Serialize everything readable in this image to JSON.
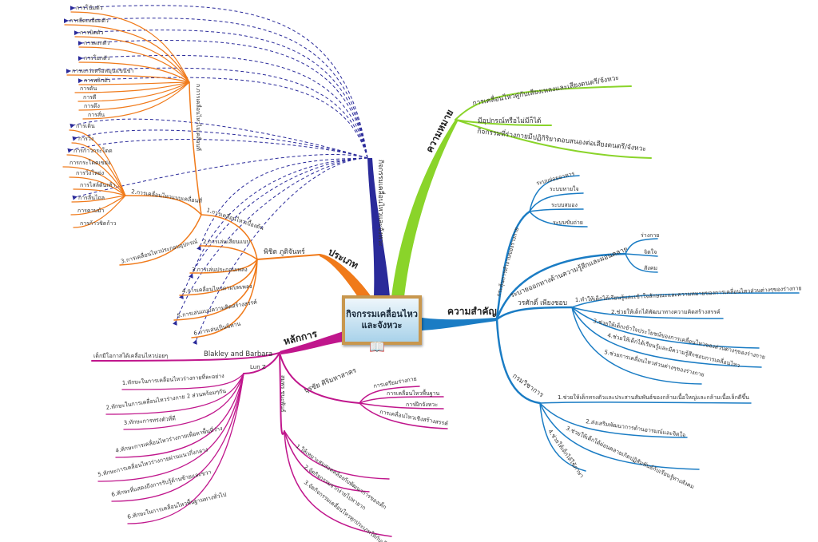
{
  "center": {
    "line1": "กิจกรรมเคลื่อนไหว",
    "line2": "และจังหวะ"
  },
  "colors": {
    "meaning": "#8ad42a",
    "importance": "#1a7cc4",
    "type": "#f07a1a",
    "principle": "#c0168c",
    "title_branch": "#2a2a9a"
  },
  "title_branch": {
    "label": "กิจกรรมเคลื่อนไหวและจังหวะ"
  },
  "meaning": {
    "label": "ความหมาย",
    "items": [
      "การเคลื่อนไหวคู่กับเสียงเพลงและเสียงดนตรี/จังหวะ",
      "มีอุปกรณ์หรือไม่มีก็ได้",
      "กิจกรรมที่ร่างกายมีปฏิกิริยาตอบสนองต่อเสียงดนตรี/จังหวะ"
    ]
  },
  "importance": {
    "label": "ความสำคัญ",
    "stimulate": {
      "label": "กระตุ้นการทำงานของร่างกาย",
      "items": [
        "ระบบย่อยอาหาร",
        "ระบบหายใจ",
        "ระบบสมอง",
        "ระบบขับถ่าย"
      ]
    },
    "release": {
      "label": "ระบายออกทางด้านความรู้สึกและผ่อนคลาย",
      "items": [
        "ร่างกาย",
        "จิตใจ",
        "สังคม"
      ]
    },
    "worasak": {
      "label": "วรศักดิ์ เพียงชอบ",
      "items": [
        "1.ทำให้เด็กได้เรียนรู้และเข้าใจลักษณะและความหมายของการเคลื่อนไหวส่วนต่างๆของร่างกาย",
        "2.ช่วยให้เด็กได้พัฒนาทางความคิดสร้างสรรค์",
        "3.ช่วยให้เด็กเข้าใจประโยชน์ของการเคลื่อนไหวของส่วนต่างๆของร่างกาย",
        "4.ช่วยให้เด็กได้เรียนรู้และมีความรู้สึกชอบการเคลื่อนไหว",
        "5.ช่วยการเคลื่อนไหวส่วนต่างๆของร่างกาย"
      ]
    },
    "academic": {
      "label": "กรมวิชาการ",
      "items": [
        "1.ช่วยให้เด็กทรงตัวและประสานสัมพันธ์ของกล้ามเนื้อใหญ่และกล้ามเนื้อเล็กดีขึ้น",
        "2.ส่งเสริมพัฒนาการด้านอารมณ์และจิตใจ",
        "3.ช่วยให้เด็กได้ผ่อนคลายเกิดปฏิสัมพันธ์กับเรียนรู้ทางสังคม",
        "4.ช่วยให้เด็กได้ใช้ภาษา"
      ]
    }
  },
  "type": {
    "label": "ประเภท",
    "pichit": {
      "label": "พิชิต ภูติจันทร์",
      "items": [
        "1.การเคลื่อนไหวเบื้องต้น",
        "2.การเล่นเลียนแบบ",
        "3.การเล่นประกอบเพลง",
        "4.การเคลื่อนไหวตามบทเพลง",
        "5.การเล่นแบบความคิดสร้างสรรค์",
        "6.การเล่นเป็นนิทาน"
      ]
    },
    "basic": {
      "nonlocomotor": {
        "label": "ก.การเคลื่อนไหวไม่เคลื่อนที่",
        "items": [
          "การโน้มตัว",
          "การยืดเหยียดตัว",
          "การบิดตัว",
          "การผงกตัว",
          "การโยกตัว",
          "การแกว่งหรือหมุนแขนขา",
          "การพลิกตัว",
          "การดัน",
          "การตี",
          "การดึง",
          "การสั่น"
        ]
      },
      "locomotor": {
        "label": "2.การเคลื่อนไหวแบบเคลื่อนที่",
        "items": [
          "การเดิน",
          "การวิ่ง",
          "การก้าวกระโดด",
          "การกระโดดเขย่ง",
          "การวิ่งโหย่ง",
          "การไสล์ดันเท้า",
          "การลื่นไถล",
          "การควบม้า",
          "การก้าวชิดก้าว"
        ]
      },
      "equipment": {
        "label": "3.การเคลื่อนไหวประกอบอุปกรณ์"
      }
    }
  },
  "principle": {
    "label": "หลักการ",
    "blakley": {
      "label": "Blakley and Barbara",
      "items": [
        "เด็กมีโอกาสได้เคลื่อนไหวบ่อยๆ"
      ]
    },
    "lunz": {
      "label": "Lun Z",
      "items": [
        "1.ทักษะในการเคลื่อนไหวร่างกายที่ละอย่าง",
        "2.ทักษะในการเคลื่อนไหวร่างกาย 2 ส่วนพร้อมๆกัน",
        "3.ทักษะการทรงตัวที่ดี",
        "4.ทักษะการเคลื่อนไหวร่างกายเพื่อหาพื้นที่ว่าง",
        "5.ทักษะการเคลื่อนไหวร่างกายผ่านแนวกึ่งกลาง",
        "6.ทักษะที่แสดงถึงการรับรู้ด้านซ้ายและขวา",
        "6.ทักษะในการเคลื่อนไหวพื้นฐานทางทั่วไป"
      ]
    },
    "burachai": {
      "label": "บุรชัย ศิริมหาสาคร",
      "items": [
        "การเตรียมร่างกาย",
        "การเคลื่อนไหวพื้นฐาน",
        "การฝึกจังหวะ",
        "การเคลื่อนไหวเชิงสร้างสรรค์"
      ]
    },
    "somporn": {
      "label": "สมพร ชนะพันธ์",
      "items": [
        "1.ให้เหมาะสมสอดคล้องกับพัฒนาการของเด็ก",
        "2.จัดกิจกรรมจากง่ายไปหายาก",
        "3.จัดกิจกรรมเคลื่อนไหวทุกประเภทให้กับเด็ก"
      ]
    }
  }
}
